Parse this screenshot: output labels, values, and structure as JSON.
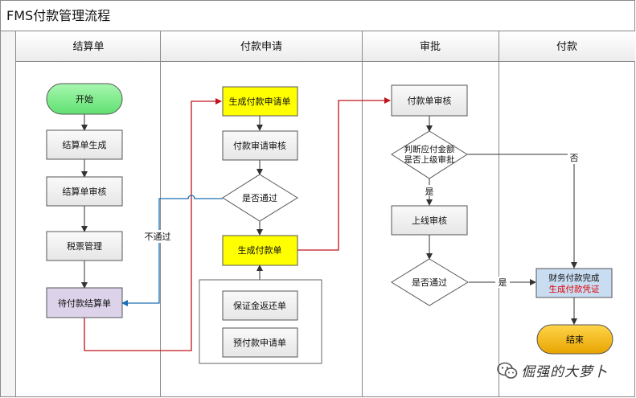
{
  "title": "FMS付款管理流程",
  "lanes": [
    "结算单",
    "付款申请",
    "审批",
    "付款"
  ],
  "nodes": {
    "start": "开始",
    "settle_gen": "结算单生成",
    "settle_audit": "结算单审核",
    "tax_mgmt": "税票管理",
    "pending_settle": "待付款结算单",
    "gen_apply": "生成付款申请单",
    "apply_audit": "付款审请审核",
    "pass_1": "是否通过",
    "gen_payment": "生成付款单",
    "deposit_return": "保证金返还单",
    "prepay_apply": "预付款申请单",
    "payment_audit": "付款单审核",
    "judge_line1": "判断应付金额",
    "judge_line2": "是否上级审批",
    "online_audit": "上线审核",
    "pass_2": "是否通过",
    "finance_line1": "财务付款完成",
    "finance_line2": "生成付款凭证",
    "end": "结束"
  },
  "edge_labels": {
    "not_pass": "不通过",
    "no": "否",
    "yes_1": "是",
    "yes_2": "是"
  },
  "watermark": "倔强的大萝卜",
  "colors": {
    "start_fill": "#7ef08a",
    "end_fill": "#f0b400",
    "highlight_fill": "#ffff00",
    "process_fill": "#efefef",
    "pending_fill": "#dcd3ea",
    "finance_fill": "#c8dcf2",
    "red_line": "#c0141a",
    "blue_line": "#1a6fb5",
    "red_text": "#e00000"
  }
}
